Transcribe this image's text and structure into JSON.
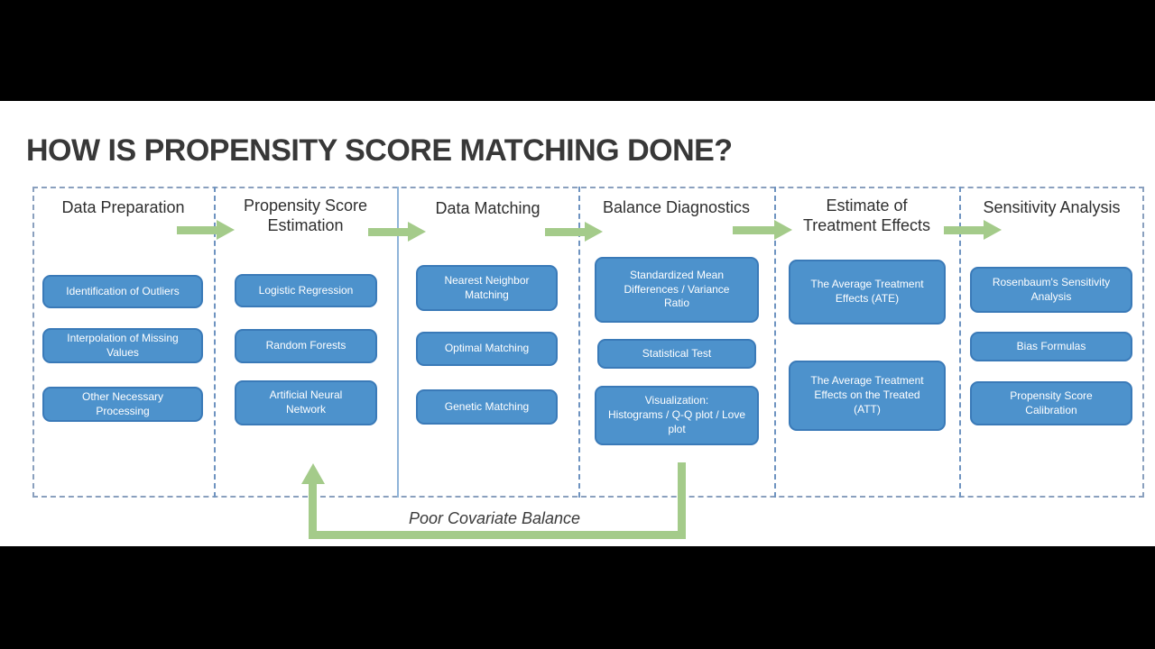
{
  "title": "HOW IS PROPENSITY SCORE MATCHING DONE?",
  "columns": [
    {
      "header": "Data Preparation",
      "items": [
        "Identification of Outliers",
        "Interpolation of Missing\nValues",
        "Other Necessary\nProcessing"
      ]
    },
    {
      "header": "Propensity Score\nEstimation",
      "items": [
        "Logistic Regression",
        "Random Forests",
        "Artificial Neural\nNetwork"
      ]
    },
    {
      "header": "Data Matching",
      "items": [
        "Nearest Neighbor\nMatching",
        "Optimal Matching",
        "Genetic Matching"
      ]
    },
    {
      "header": "Balance Diagnostics",
      "items": [
        "Standardized Mean\nDifferences / Variance\nRatio",
        "Statistical Test",
        "Visualization:\nHistograms / Q-Q plot / Love\nplot"
      ]
    },
    {
      "header": "Estimate of\nTreatment Effects",
      "items": [
        "The Average Treatment\nEffects (ATE)",
        "The Average Treatment\nEffects on the Treated\n(ATT)"
      ]
    },
    {
      "header": "Sensitivity Analysis",
      "items": [
        "Rosenbaum's Sensitivity\nAnalysis",
        "Bias Formulas",
        "Propensity Score\nCalibration"
      ]
    }
  ],
  "feedback_label": "Poor Covariate Balance",
  "colors": {
    "node_fill": "#4d92cc",
    "node_border": "#3a7ab8",
    "arrow_green": "#a4cb8a",
    "dashed_border": "#8aa0be",
    "background": "#ffffff",
    "letterbox": "#000000"
  }
}
